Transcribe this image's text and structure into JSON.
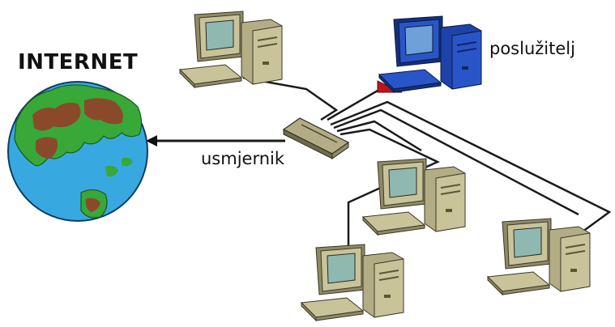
{
  "diagram": {
    "internet_label": "INTERNET",
    "server_label": "poslužitelj",
    "router_label": "usmjernik"
  },
  "colors": {
    "pc_body": "#c9c39a",
    "pc_dark": "#8f8a66",
    "server_body": "#2a55c8",
    "server_dark": "#16307c",
    "screen": "#8fb8b0",
    "ocean": "#38a9e0",
    "land_green": "#38a838",
    "land_brown": "#8a4a2a",
    "cable": "#1a1a1a",
    "flag": "#c0141c"
  }
}
